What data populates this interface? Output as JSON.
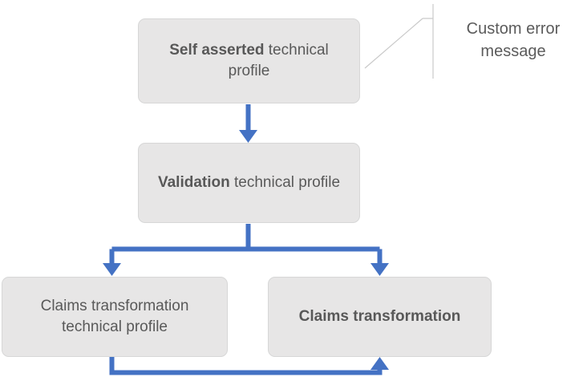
{
  "diagram": {
    "type": "flowchart",
    "title_visible": false,
    "colors": {
      "node_fill": "#E7E6E6",
      "node_border": "#D7D7D7",
      "node_text": "#595959",
      "connector_blue": "#4472C4",
      "callout_line": "#C8C8C8",
      "background": "#FFFFFF"
    },
    "nodes": [
      {
        "id": "self-asserted",
        "text": "Self asserted technical profile",
        "bold_prefix": "Self asserted",
        "rest": " technical profile"
      },
      {
        "id": "validation",
        "text": "Validation technical profile",
        "bold_prefix": "Validation",
        "rest": " technical profile"
      },
      {
        "id": "claims-transformation-technical-profile",
        "text": "Claims transformation technical profile",
        "bold_prefix": "",
        "rest": "Claims transformation technical profile"
      },
      {
        "id": "claims-transformation",
        "text": "Claims transformation",
        "bold_prefix": "Claims transformation",
        "rest": ""
      }
    ],
    "callout": {
      "id": "custom-error-message",
      "line1": "Custom error",
      "line2": "message",
      "full_text": "Custom error message"
    },
    "connectors": [
      {
        "id": "self-asserted-to-validation",
        "from": "self-asserted",
        "to": "validation",
        "arrow": "down"
      },
      {
        "id": "validation-to-claims-tp",
        "from": "validation",
        "to": "claims-transformation-technical-profile",
        "arrow": "down"
      },
      {
        "id": "validation-to-claims-tr",
        "from": "validation",
        "to": "claims-transformation",
        "arrow": "down"
      },
      {
        "id": "claims-tp-to-claims-tr",
        "from": "claims-transformation-technical-profile",
        "to": "claims-transformation",
        "arrow": "up"
      }
    ]
  }
}
